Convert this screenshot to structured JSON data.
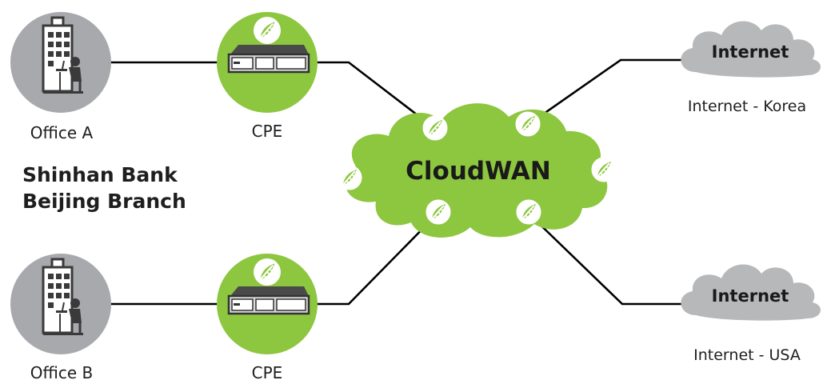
{
  "offices": [
    {
      "label": "Office A"
    },
    {
      "label": "Office B"
    }
  ],
  "cpe": [
    {
      "label": "CPE"
    },
    {
      "label": "CPE"
    }
  ],
  "organization": {
    "line1": "Shinhan Bank",
    "line2": "Beijing Branch"
  },
  "cloud": {
    "label": "CloudWAN"
  },
  "internet": [
    {
      "cloud_label": "Internet",
      "region_label": "Internet - Korea"
    },
    {
      "cloud_label": "Internet",
      "region_label": "Internet - USA"
    }
  ],
  "colors": {
    "accent_green": "#8dc63f",
    "green_dark": "#5c9a1c",
    "building_gray": "#a7a9ac",
    "internet_cloud_gray": "#b7b8ba",
    "link_line": "#000000"
  }
}
